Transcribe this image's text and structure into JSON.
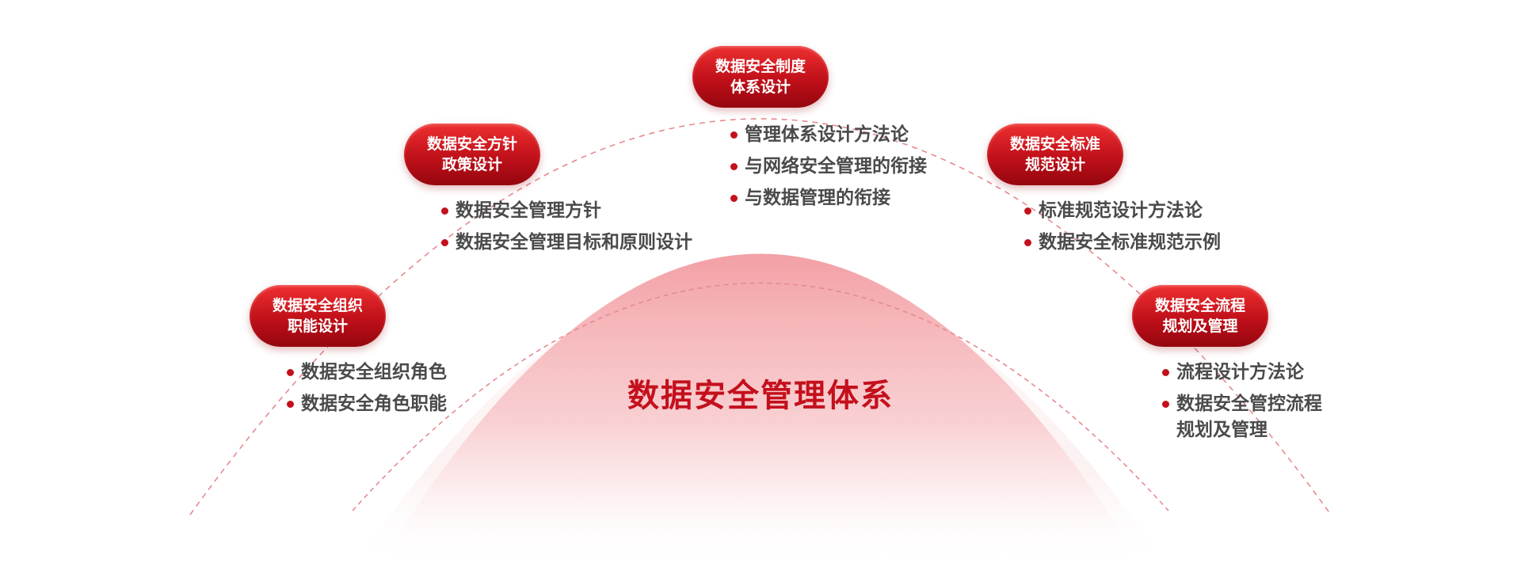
{
  "diagram": {
    "center_title": "数据安全管理体系",
    "colors": {
      "accent": "#c4101c",
      "pill_top": "#ee3030",
      "pill_bottom": "#95060e",
      "dome": "#f29aa0",
      "text": "#4a4a4a"
    },
    "nodes": [
      {
        "id": "org",
        "title_line1": "数据安全组织",
        "title_line2": "职能设计",
        "items": [
          "数据安全组织角色",
          "数据安全角色职能"
        ]
      },
      {
        "id": "policy",
        "title_line1": "数据安全方针",
        "title_line2": "政策设计",
        "items": [
          "数据安全管理方针",
          "数据安全管理目标和原则设计"
        ]
      },
      {
        "id": "system",
        "title_line1": "数据安全制度",
        "title_line2": "体系设计",
        "items": [
          "管理体系设计方法论",
          "与网络安全管理的衔接",
          "与数据管理的衔接"
        ]
      },
      {
        "id": "standard",
        "title_line1": "数据安全标准",
        "title_line2": "规范设计",
        "items": [
          "标准规范设计方法论",
          "数据安全标准规范示例"
        ]
      },
      {
        "id": "process",
        "title_line1": "数据安全流程",
        "title_line2": "规划及管理",
        "items": [
          "流程设计方法论",
          "数据安全管控流程",
          "规划及管理"
        ]
      }
    ]
  }
}
